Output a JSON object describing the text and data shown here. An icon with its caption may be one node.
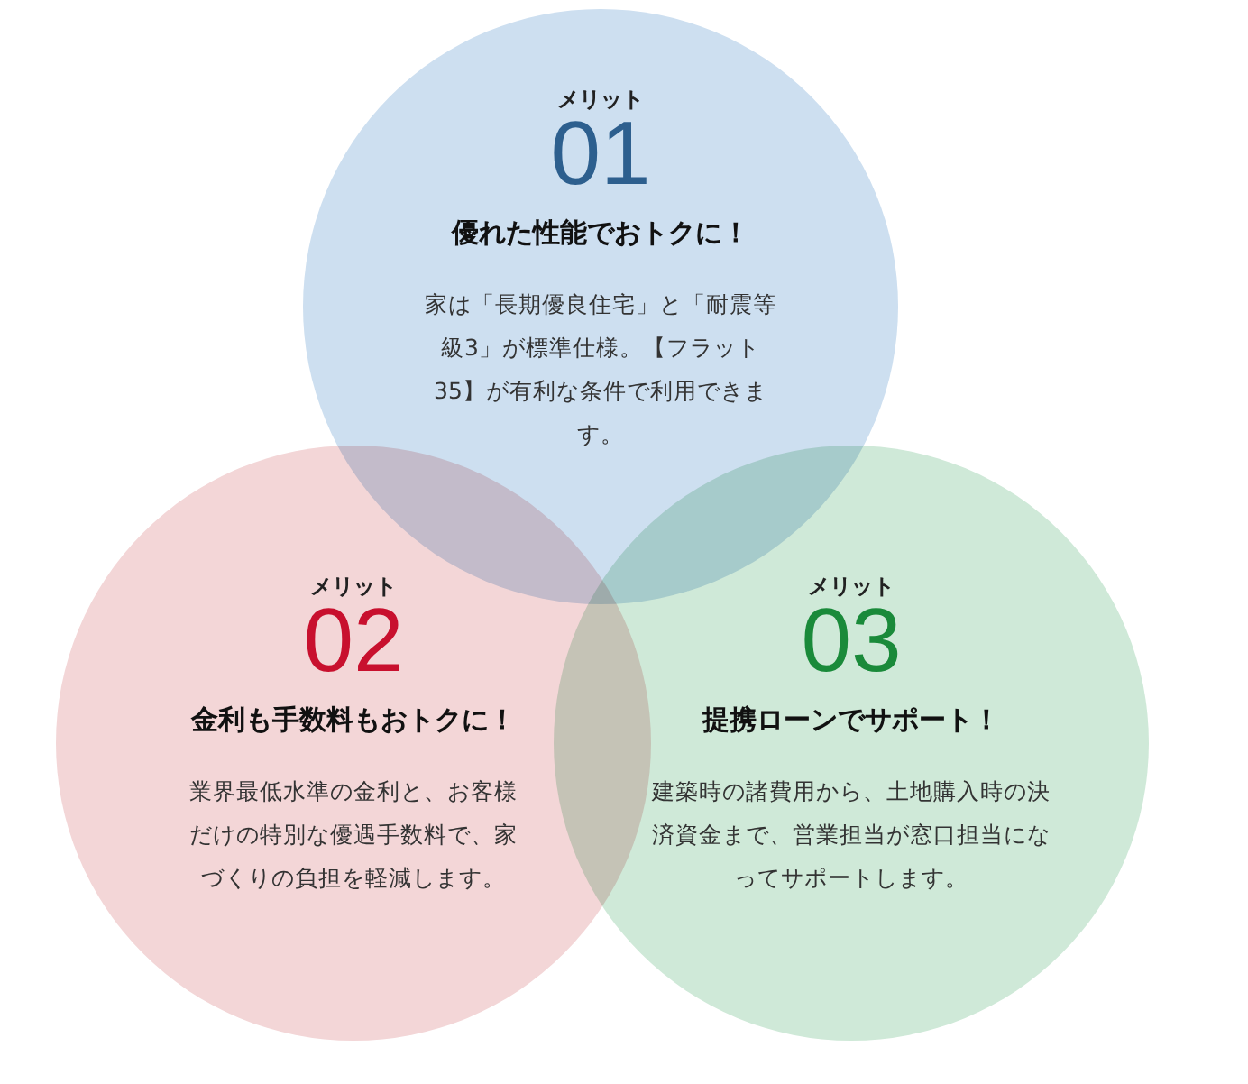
{
  "diagram": {
    "nodes": [
      {
        "text": [
          "メリット",
          "01",
          "優れた性能でおトクに！",
          "家は「長期優良住宅」と「耐震等級3」が標準仕様。【フラット35】が有利な条件で利用できます。"
        ]
      },
      {
        "text": [
          "メリット",
          "02",
          "金利も手数料もおトクに！",
          "業界最低水準の金利と、お客様だけの特別な優遇手数料で、家づくりの負担を軽減します。"
        ]
      },
      {
        "text": [
          "メリット",
          "03",
          "提携ローンでサポート！",
          "建築時の諸費用から、土地購入時の決済資金まで、営業担当が窓口担当になってサポートします。"
        ]
      }
    ]
  }
}
